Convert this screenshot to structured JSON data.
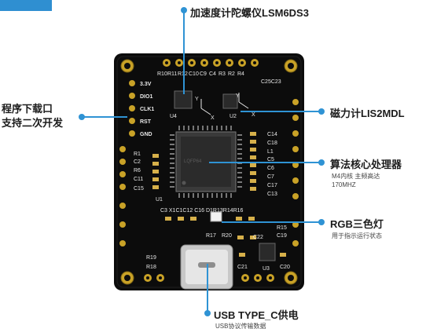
{
  "accent_color": "#2f93d4",
  "callouts": {
    "gyro": {
      "title": "加速度计陀螺仪LSM6DS3"
    },
    "program": {
      "line1": "程序下载口",
      "line2": "支持二次开发"
    },
    "mag": {
      "title": "磁力计LIS2MDL"
    },
    "mcu": {
      "title": "算法核心处理器",
      "sub1": "M4内核 主频高达",
      "sub2": "170MHZ"
    },
    "rgb": {
      "title": "RGB三色灯",
      "sub": "用于指示运行状态"
    },
    "usb": {
      "title": "USB TYPE_C供电",
      "sub": "USB协议传输数据"
    }
  },
  "board": {
    "pin_labels": [
      "3.3V",
      "DIO1",
      "CLK1",
      "RST",
      "GND"
    ],
    "top_silk": [
      "R10",
      "R11",
      "R12",
      "C10",
      "C9",
      "C4",
      "R3",
      "R2",
      "R4"
    ],
    "top_right_silk": "C25C23",
    "left_silk": [
      "R1",
      "C2",
      "R6",
      "C11",
      "C15"
    ],
    "right_silk": [
      "C14",
      "C18",
      "L1",
      "C5",
      "C6",
      "C7",
      "C17",
      "C13"
    ],
    "u_labels": [
      "U4",
      "U2",
      "U1",
      "U3"
    ],
    "mid_silk": "C3 X1C1C12 C16 D1R13R14R16",
    "lower_silk": [
      "R15",
      "C19",
      "R17",
      "R20",
      "C22",
      "C21",
      "C20",
      "R19",
      "R18"
    ],
    "axis_labels": [
      "X",
      "Y",
      "Y",
      "X"
    ],
    "chip_marking": "LQFP64"
  }
}
